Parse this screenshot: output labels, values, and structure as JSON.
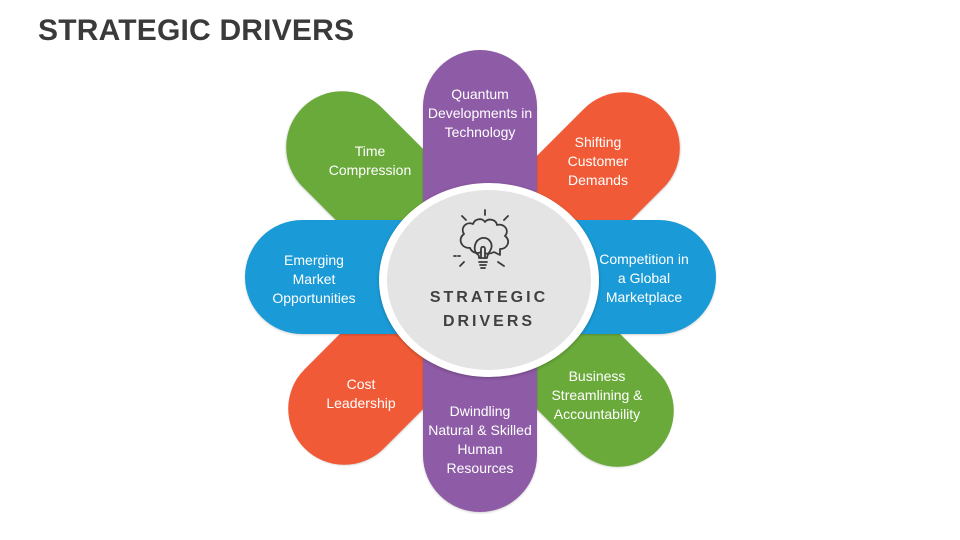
{
  "title": "STRATEGIC DRIVERS",
  "center": {
    "line1": "STRATEGIC",
    "line2": "DRIVERS",
    "icon": "brain-lightbulb-icon"
  },
  "drivers": [
    {
      "label": "Quantum Developments in Technology",
      "color": "#8e5ba6"
    },
    {
      "label": "Shifting Customer Demands",
      "color": "#f15a36"
    },
    {
      "label": "Competition in a Global Marketplace",
      "color": "#1a9bd7"
    },
    {
      "label": "Business Streamlining & Accountability",
      "color": "#6aaa3a"
    },
    {
      "label": "Dwindling Natural & Skilled Human Resources",
      "color": "#8e5ba6"
    },
    {
      "label": "Cost Leadership",
      "color": "#f15a36"
    },
    {
      "label": "Emerging Market Opportunities",
      "color": "#1a9bd7"
    },
    {
      "label": "Time Compression",
      "color": "#6aaa3a"
    }
  ]
}
